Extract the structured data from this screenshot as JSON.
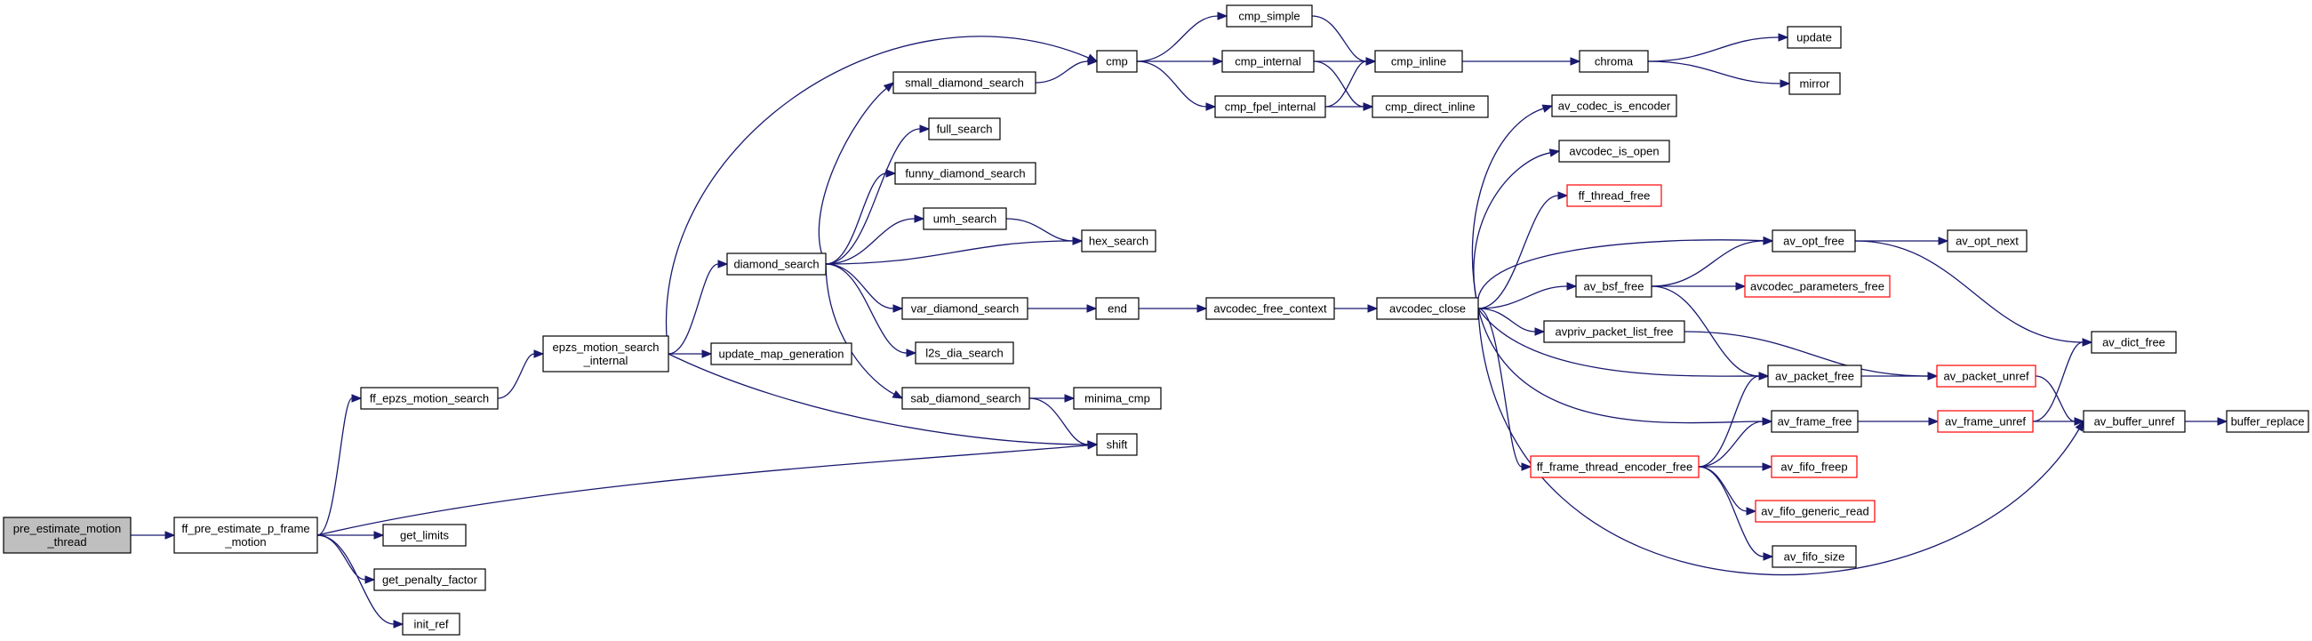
{
  "colors": {
    "edge": "#191970",
    "node_border": "#000000",
    "root_fill": "#bfbfbf",
    "truncated_border": "#ff0000"
  },
  "nodes": {
    "pre_estimate_motion_thread": {
      "label": [
        "pre_estimate_motion",
        "_thread"
      ],
      "style": "root"
    },
    "ff_pre_estimate_p_frame_motion": {
      "label": [
        "ff_pre_estimate_p_frame",
        "_motion"
      ]
    },
    "ff_epzs_motion_search": {
      "label": [
        "ff_epzs_motion_search"
      ]
    },
    "get_limits": {
      "label": [
        "get_limits"
      ]
    },
    "get_penalty_factor": {
      "label": [
        "get_penalty_factor"
      ]
    },
    "init_ref": {
      "label": [
        "init_ref"
      ]
    },
    "epzs_motion_search_internal": {
      "label": [
        "epzs_motion_search",
        "_internal"
      ]
    },
    "update_map_generation": {
      "label": [
        "update_map_generation"
      ]
    },
    "diamond_search": {
      "label": [
        "diamond_search"
      ]
    },
    "small_diamond_search": {
      "label": [
        "small_diamond_search"
      ]
    },
    "full_search": {
      "label": [
        "full_search"
      ]
    },
    "funny_diamond_search": {
      "label": [
        "funny_diamond_search"
      ]
    },
    "umh_search": {
      "label": [
        "umh_search"
      ]
    },
    "hex_search": {
      "label": [
        "hex_search"
      ]
    },
    "var_diamond_search": {
      "label": [
        "var_diamond_search"
      ]
    },
    "l2s_dia_search": {
      "label": [
        "l2s_dia_search"
      ]
    },
    "sab_diamond_search": {
      "label": [
        "sab_diamond_search"
      ]
    },
    "minima_cmp": {
      "label": [
        "minima_cmp"
      ]
    },
    "shift": {
      "label": [
        "shift"
      ]
    },
    "cmp": {
      "label": [
        "cmp"
      ]
    },
    "cmp_simple": {
      "label": [
        "cmp_simple"
      ]
    },
    "cmp_internal": {
      "label": [
        "cmp_internal"
      ]
    },
    "cmp_fpel_internal": {
      "label": [
        "cmp_fpel_internal"
      ]
    },
    "cmp_inline": {
      "label": [
        "cmp_inline"
      ]
    },
    "cmp_direct_inline": {
      "label": [
        "cmp_direct_inline"
      ]
    },
    "chroma": {
      "label": [
        "chroma"
      ]
    },
    "update": {
      "label": [
        "update"
      ]
    },
    "mirror": {
      "label": [
        "mirror"
      ]
    },
    "end": {
      "label": [
        "end"
      ]
    },
    "avcodec_free_context": {
      "label": [
        "avcodec_free_context"
      ]
    },
    "avcodec_close": {
      "label": [
        "avcodec_close"
      ]
    },
    "av_codec_is_encoder": {
      "label": [
        "av_codec_is_encoder"
      ]
    },
    "avcodec_is_open": {
      "label": [
        "avcodec_is_open"
      ]
    },
    "ff_thread_free": {
      "label": [
        "ff_thread_free"
      ],
      "style": "red"
    },
    "av_bsf_free": {
      "label": [
        "av_bsf_free"
      ]
    },
    "avpriv_packet_list_free": {
      "label": [
        "avpriv_packet_list_free"
      ]
    },
    "ff_frame_thread_encoder_free": {
      "label": [
        "ff_frame_thread_encoder_free"
      ],
      "style": "red"
    },
    "av_opt_free": {
      "label": [
        "av_opt_free"
      ]
    },
    "av_opt_next": {
      "label": [
        "av_opt_next"
      ]
    },
    "avcodec_parameters_free": {
      "label": [
        "avcodec_parameters_free"
      ],
      "style": "red"
    },
    "av_packet_free": {
      "label": [
        "av_packet_free"
      ]
    },
    "av_packet_unref": {
      "label": [
        "av_packet_unref"
      ],
      "style": "red"
    },
    "av_frame_free": {
      "label": [
        "av_frame_free"
      ]
    },
    "av_frame_unref": {
      "label": [
        "av_frame_unref"
      ],
      "style": "red"
    },
    "av_fifo_freep": {
      "label": [
        "av_fifo_freep"
      ],
      "style": "red"
    },
    "av_fifo_generic_read": {
      "label": [
        "av_fifo_generic_read"
      ],
      "style": "red"
    },
    "av_fifo_size": {
      "label": [
        "av_fifo_size"
      ]
    },
    "av_dict_free": {
      "label": [
        "av_dict_free"
      ]
    },
    "av_buffer_unref": {
      "label": [
        "av_buffer_unref"
      ]
    },
    "buffer_replace": {
      "label": [
        "buffer_replace"
      ]
    }
  },
  "edges": [
    [
      "pre_estimate_motion_thread",
      "ff_pre_estimate_p_frame_motion"
    ],
    [
      "ff_pre_estimate_p_frame_motion",
      "ff_epzs_motion_search"
    ],
    [
      "ff_pre_estimate_p_frame_motion",
      "shift"
    ],
    [
      "ff_pre_estimate_p_frame_motion",
      "get_limits"
    ],
    [
      "ff_pre_estimate_p_frame_motion",
      "get_penalty_factor"
    ],
    [
      "ff_pre_estimate_p_frame_motion",
      "init_ref"
    ],
    [
      "ff_epzs_motion_search",
      "epzs_motion_search_internal"
    ],
    [
      "epzs_motion_search_internal",
      "cmp"
    ],
    [
      "epzs_motion_search_internal",
      "diamond_search"
    ],
    [
      "epzs_motion_search_internal",
      "update_map_generation"
    ],
    [
      "epzs_motion_search_internal",
      "shift"
    ],
    [
      "diamond_search",
      "small_diamond_search"
    ],
    [
      "diamond_search",
      "full_search"
    ],
    [
      "diamond_search",
      "funny_diamond_search"
    ],
    [
      "diamond_search",
      "umh_search"
    ],
    [
      "diamond_search",
      "hex_search"
    ],
    [
      "diamond_search",
      "var_diamond_search"
    ],
    [
      "diamond_search",
      "l2s_dia_search"
    ],
    [
      "diamond_search",
      "sab_diamond_search"
    ],
    [
      "small_diamond_search",
      "cmp"
    ],
    [
      "umh_search",
      "hex_search"
    ],
    [
      "sab_diamond_search",
      "minima_cmp"
    ],
    [
      "sab_diamond_search",
      "shift"
    ],
    [
      "cmp",
      "cmp_simple"
    ],
    [
      "cmp",
      "cmp_internal"
    ],
    [
      "cmp",
      "cmp_fpel_internal"
    ],
    [
      "cmp_simple",
      "cmp_inline"
    ],
    [
      "cmp_internal",
      "cmp_inline"
    ],
    [
      "cmp_internal",
      "cmp_direct_inline"
    ],
    [
      "cmp_fpel_internal",
      "cmp_inline"
    ],
    [
      "cmp_fpel_internal",
      "cmp_direct_inline"
    ],
    [
      "cmp_inline",
      "chroma"
    ],
    [
      "chroma",
      "update"
    ],
    [
      "chroma",
      "mirror"
    ],
    [
      "var_diamond_search",
      "end"
    ],
    [
      "end",
      "avcodec_free_context"
    ],
    [
      "avcodec_free_context",
      "avcodec_close"
    ],
    [
      "avcodec_close",
      "av_codec_is_encoder"
    ],
    [
      "avcodec_close",
      "avcodec_is_open"
    ],
    [
      "avcodec_close",
      "ff_thread_free"
    ],
    [
      "avcodec_close",
      "av_opt_free"
    ],
    [
      "avcodec_close",
      "av_bsf_free"
    ],
    [
      "avcodec_close",
      "avpriv_packet_list_free"
    ],
    [
      "avcodec_close",
      "av_packet_free"
    ],
    [
      "avcodec_close",
      "av_frame_free"
    ],
    [
      "avcodec_close",
      "ff_frame_thread_encoder_free"
    ],
    [
      "avcodec_close",
      "av_buffer_unref"
    ],
    [
      "av_bsf_free",
      "av_opt_free"
    ],
    [
      "av_bsf_free",
      "avcodec_parameters_free"
    ],
    [
      "av_bsf_free",
      "av_packet_free"
    ],
    [
      "av_opt_free",
      "av_opt_next"
    ],
    [
      "av_opt_free",
      "av_dict_free"
    ],
    [
      "avpriv_packet_list_free",
      "av_packet_unref"
    ],
    [
      "av_packet_free",
      "av_packet_unref"
    ],
    [
      "av_packet_unref",
      "av_buffer_unref"
    ],
    [
      "av_frame_free",
      "av_frame_unref"
    ],
    [
      "av_frame_unref",
      "av_dict_free"
    ],
    [
      "av_frame_unref",
      "av_buffer_unref"
    ],
    [
      "av_buffer_unref",
      "buffer_replace"
    ],
    [
      "ff_frame_thread_encoder_free",
      "av_packet_free"
    ],
    [
      "ff_frame_thread_encoder_free",
      "av_frame_free"
    ],
    [
      "ff_frame_thread_encoder_free",
      "av_fifo_freep"
    ],
    [
      "ff_frame_thread_encoder_free",
      "av_fifo_generic_read"
    ],
    [
      "ff_frame_thread_encoder_free",
      "av_fifo_size"
    ]
  ]
}
